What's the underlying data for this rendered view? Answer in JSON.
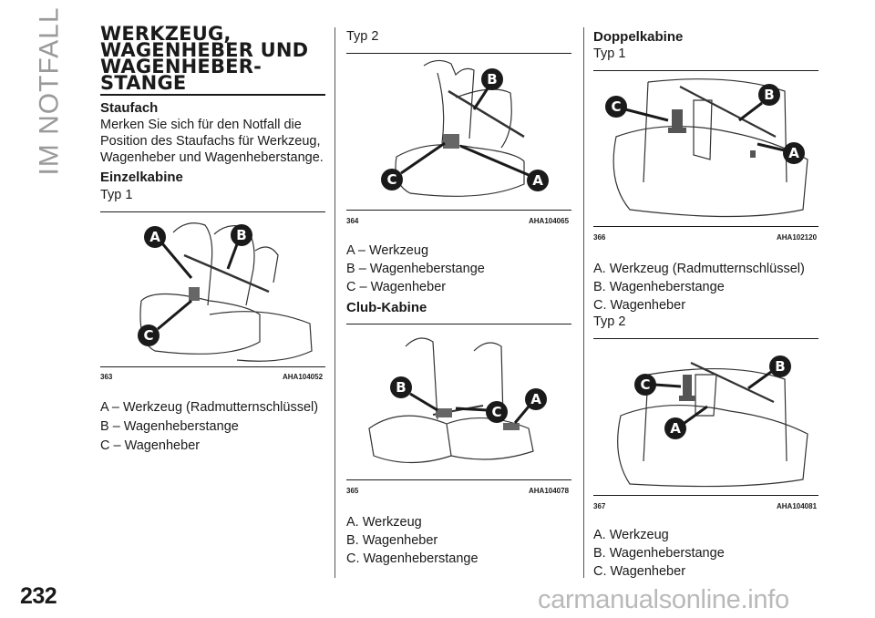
{
  "side_label": "IM NOTFALL",
  "page_number": "232",
  "watermark": "carmanualsonline.info",
  "col1": {
    "title_lines": [
      "WERKZEUG,",
      "WAGENHEBER UND",
      "WAGENHEBER-",
      "STANGE"
    ],
    "staufach_heading": "Staufach",
    "staufach_text": [
      "Merken Sie sich für den Notfall die",
      "Position des Staufachs für Werkzeug,",
      "Wagenheber und Wagenheberstange."
    ],
    "einzel_heading": "Einzelkabine",
    "typ": "Typ 1",
    "fig_num": "363",
    "fig_code": "AHA104052",
    "items": [
      "A – Werkzeug (Radmutternschlüssel)",
      "B – Wagenheberstange",
      "C – Wagenheber"
    ]
  },
  "col2": {
    "typ": "Typ 2",
    "fig1_num": "364",
    "fig1_code": "AHA104065",
    "items1": [
      "A – Werkzeug",
      "B – Wagenheberstange",
      "C – Wagenheber"
    ],
    "club_heading": "Club-Kabine",
    "fig2_num": "365",
    "fig2_code": "AHA104078",
    "items2": [
      "A. Werkzeug",
      "B. Wagenheber",
      "C. Wagenheberstange"
    ]
  },
  "col3": {
    "heading": "Doppelkabine",
    "typ1": "Typ 1",
    "fig1_num": "366",
    "fig1_code": "AHA102120",
    "items1": [
      "A. Werkzeug (Radmutternschlüssel)",
      "B. Wagenheberstange",
      "C. Wagenheber"
    ],
    "typ2": "Typ 2",
    "fig2_num": "367",
    "fig2_code": "AHA104081",
    "items2": [
      "A. Werkzeug",
      "B. Wagenheberstange",
      "C. Wagenheber"
    ]
  },
  "badges": {
    "a": "A",
    "b": "B",
    "c": "C"
  }
}
